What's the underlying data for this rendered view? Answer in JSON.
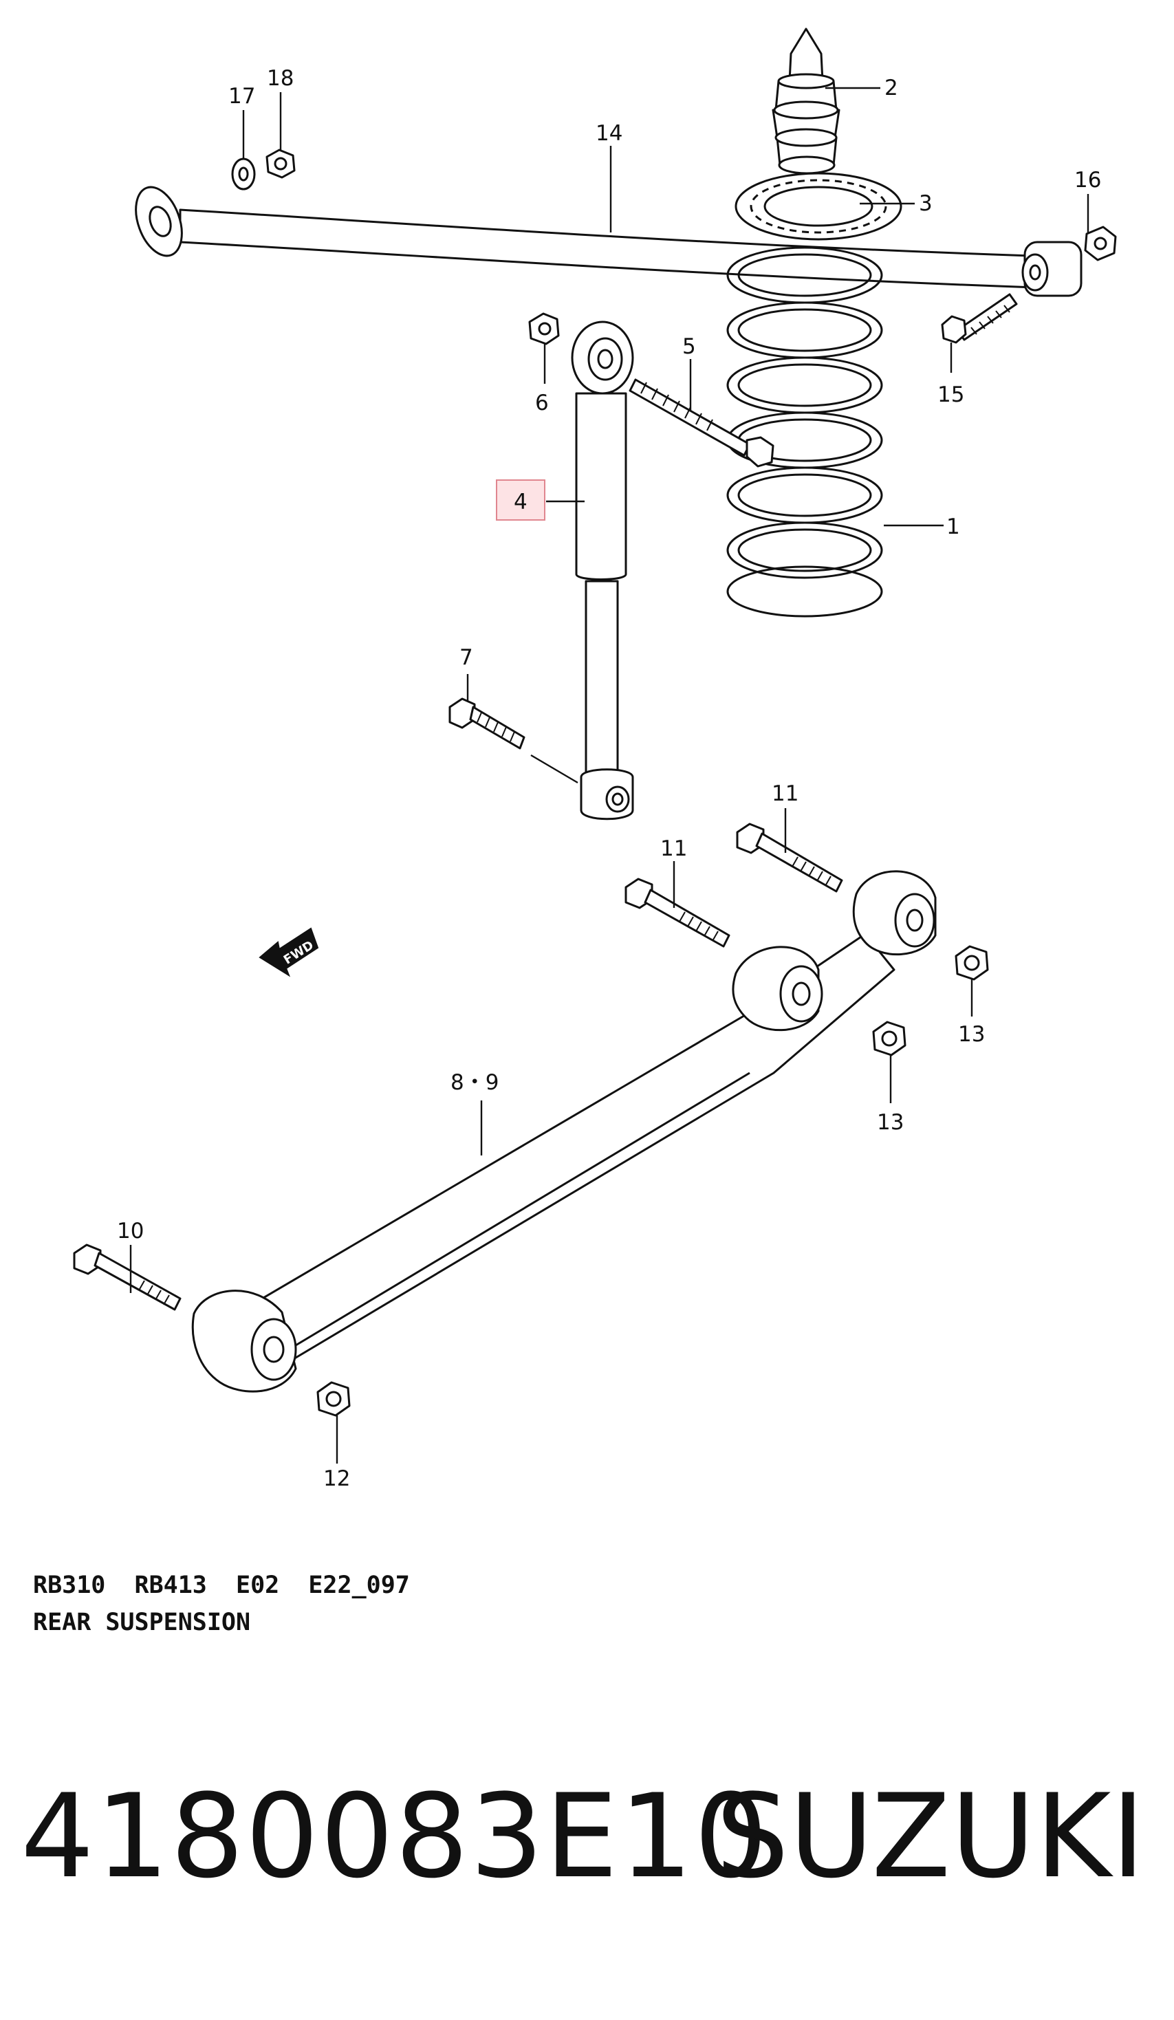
{
  "labels": {
    "l1": "1",
    "l2": "2",
    "l3": "3",
    "l4": "4",
    "l5": "5",
    "l6": "6",
    "l7": "7",
    "l89": "8・9",
    "l10": "10",
    "l11a": "11",
    "l11b": "11",
    "l12": "12",
    "l13a": "13",
    "l13b": "13",
    "l14": "14",
    "l15": "15",
    "l16": "16",
    "l17": "17",
    "l18": "18"
  },
  "fwd_label": "FWD",
  "caption": {
    "line1": "RB310  RB413  E02  E22_097",
    "line2": "REAR SUSPENSION"
  },
  "footer": {
    "part_number": "4180083E10",
    "brand": "SUZUKI"
  },
  "colors": {
    "highlight_fill": "#fde3e5",
    "highlight_border": "#e0868f",
    "ink": "#111111"
  }
}
